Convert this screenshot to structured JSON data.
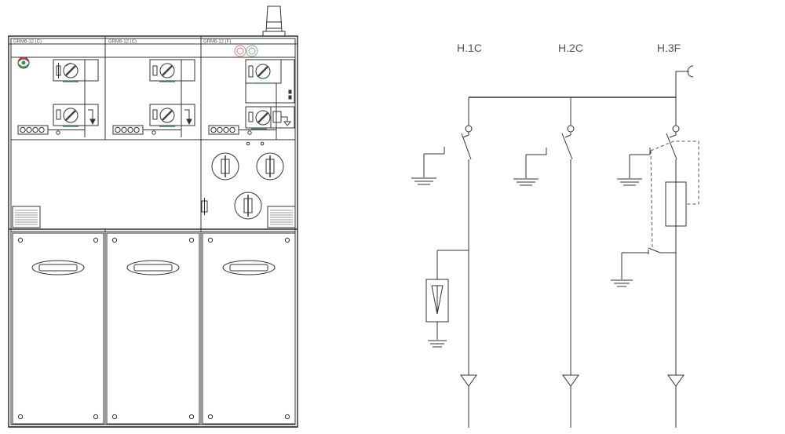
{
  "cabinet": {
    "units": [
      {
        "label": "GRM6-12 (C)"
      },
      {
        "label": "GRM6-12 (C)"
      },
      {
        "label": "GRM6-12 (F)"
      }
    ]
  },
  "schematic": {
    "feeders": [
      {
        "label": "H.1C"
      },
      {
        "label": "H.2C"
      },
      {
        "label": "H.3F"
      }
    ]
  },
  "colors": {
    "line": "#333333",
    "accent_green": "#3a8a6a",
    "indicator_red": "#d03030",
    "indicator_green": "#40a040",
    "dashed": "#555555"
  }
}
